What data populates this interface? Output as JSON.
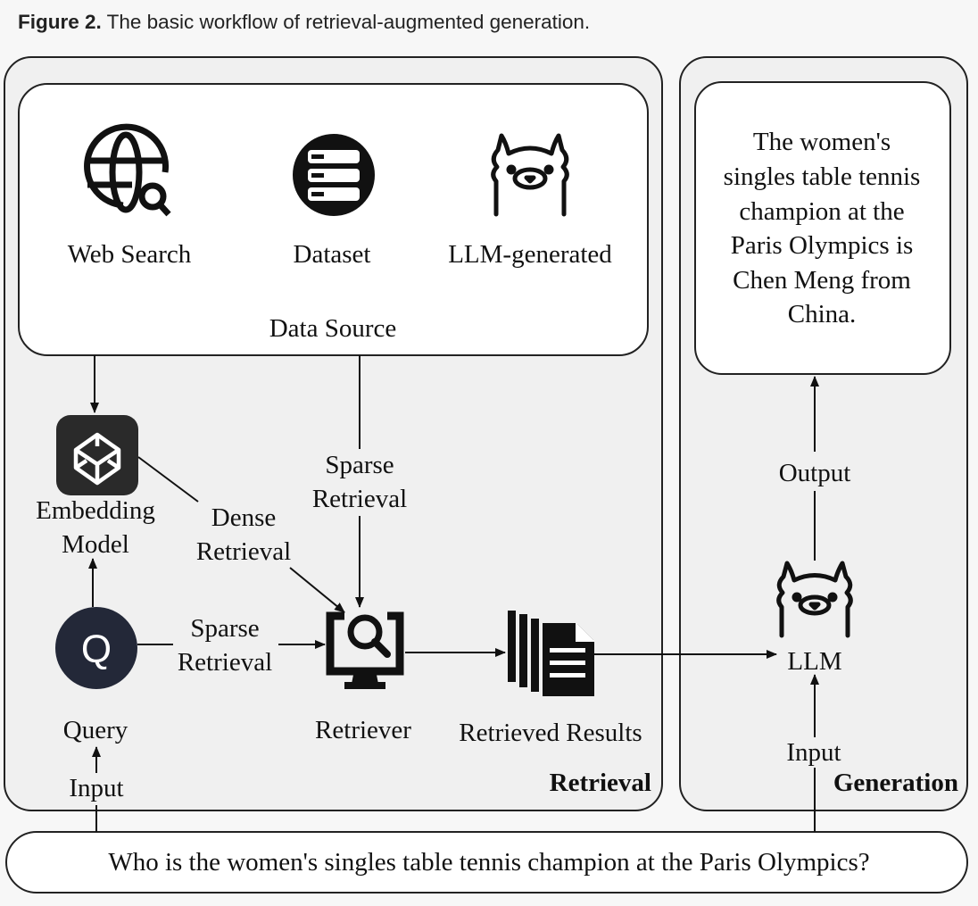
{
  "caption": {
    "label": "Figure 2.",
    "text": "The basic workflow of retrieval-augmented generation."
  },
  "data_source": {
    "title": "Data Source",
    "web_search": "Web Search",
    "dataset": "Dataset",
    "llm_generated": "LLM-generated"
  },
  "retrieval": {
    "panel_label": "Retrieval",
    "embedding_model": [
      "Embedding",
      "Model"
    ],
    "dense_retrieval": [
      "Dense",
      "Retrieval"
    ],
    "sparse_retrieval_top": [
      "Sparse",
      "Retrieval"
    ],
    "sparse_retrieval_left": [
      "Sparse",
      "Retrieval"
    ],
    "query_icon": "Q",
    "query": "Query",
    "input": "Input",
    "retriever": "Retriever",
    "retrieved_results": "Retrieved Results"
  },
  "generation": {
    "panel_label": "Generation",
    "answer": [
      "The women's",
      "singles table tennis",
      "champion at the",
      "Paris Olympics is",
      "Chen Meng from",
      "China."
    ],
    "output": "Output",
    "llm": "LLM",
    "input": "Input"
  },
  "question": "Who is the women's singles table tennis champion at the Paris Olympics?"
}
